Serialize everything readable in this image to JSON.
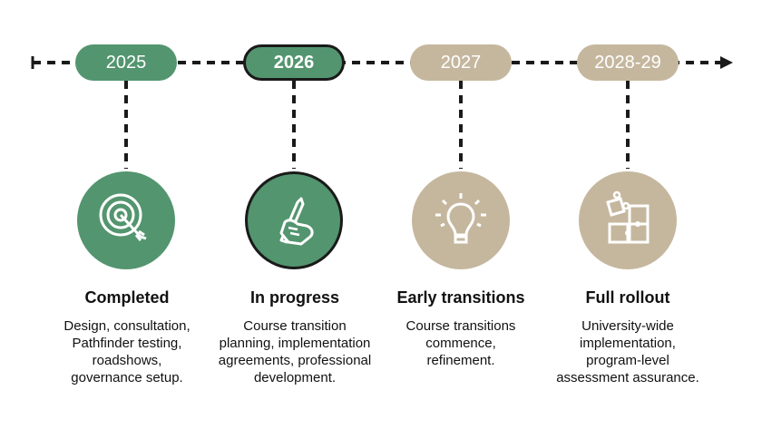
{
  "colors": {
    "green": "#53956f",
    "tan": "#c5b79e",
    "line": "#1a1a1a"
  },
  "stages": [
    {
      "year": "2025",
      "status": "Completed",
      "lines": [
        "Design, consultation,",
        "Pathfinder testing,",
        "roadshows,",
        "governance setup."
      ],
      "icon": "target-icon",
      "color": "green",
      "highlight": false
    },
    {
      "year": "2026",
      "status": "In progress",
      "lines": [
        "Course transition",
        "planning, implementation",
        "agreements, professional",
        "development."
      ],
      "icon": "hand-pencil-icon",
      "color": "green",
      "highlight": true
    },
    {
      "year": "2027",
      "status": "Early transitions",
      "lines": [
        "Course transitions",
        "commence,",
        "refinement."
      ],
      "icon": "lightbulb-icon",
      "color": "tan",
      "highlight": false
    },
    {
      "year": "2028-29",
      "status": "Full rollout",
      "lines": [
        "University-wide",
        "implementation,",
        "program-level",
        "assessment assurance."
      ],
      "icon": "puzzle-icon",
      "color": "tan",
      "highlight": false
    }
  ]
}
